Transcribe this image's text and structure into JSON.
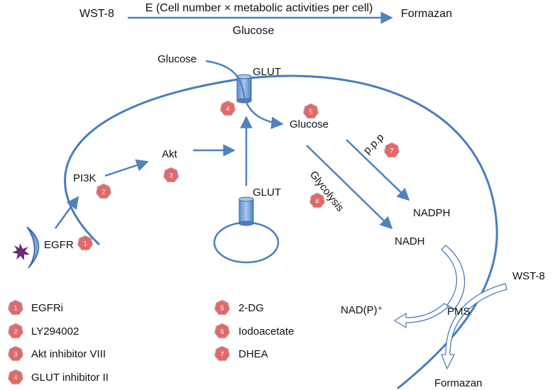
{
  "equation": {
    "substrate": "WST-8",
    "enzyme_label": "E (Cell number × metabolic activities per cell)",
    "product": "Formazan",
    "cofactor": "Glucose"
  },
  "labels": {
    "glucose_outside": "Glucose",
    "glut_membrane": "GLUT",
    "glucose_inside": "Glucose",
    "akt": "Akt",
    "pi3k": "PI3K",
    "egfr": "EGFR",
    "glut_vesicle": "GLUT",
    "glycolysis": "Glycolysis",
    "ppp": "p.p.p",
    "nadph": "NADPH",
    "nadh": "NADH",
    "wst8": "WST-8",
    "pms": "PMS",
    "nadp_plus": "NAD(P)⁺",
    "formazan_bottom": "Formazan"
  },
  "badges": {
    "egfr": "1",
    "pi3k": "2",
    "akt": "3",
    "glut": "4",
    "glucose": "5",
    "glycolysis": "6",
    "ppp": "7"
  },
  "legend": [
    {
      "num": "1",
      "text": "EGFRi"
    },
    {
      "num": "2",
      "text": "LY294002"
    },
    {
      "num": "3",
      "text": "Akt inhibitor VIII"
    },
    {
      "num": "4",
      "text": "GLUT inhibitor II"
    },
    {
      "num": "5",
      "text": "2-DG"
    },
    {
      "num": "6",
      "text": "Iodoacetate"
    },
    {
      "num": "7",
      "text": "DHEA"
    }
  ],
  "colors": {
    "arrow": "#4f81bd",
    "badge": "#e06a6a",
    "membrane": "#4a7ebb",
    "receptor": "#5b7fc4",
    "ligand": "#6a2c7a"
  }
}
